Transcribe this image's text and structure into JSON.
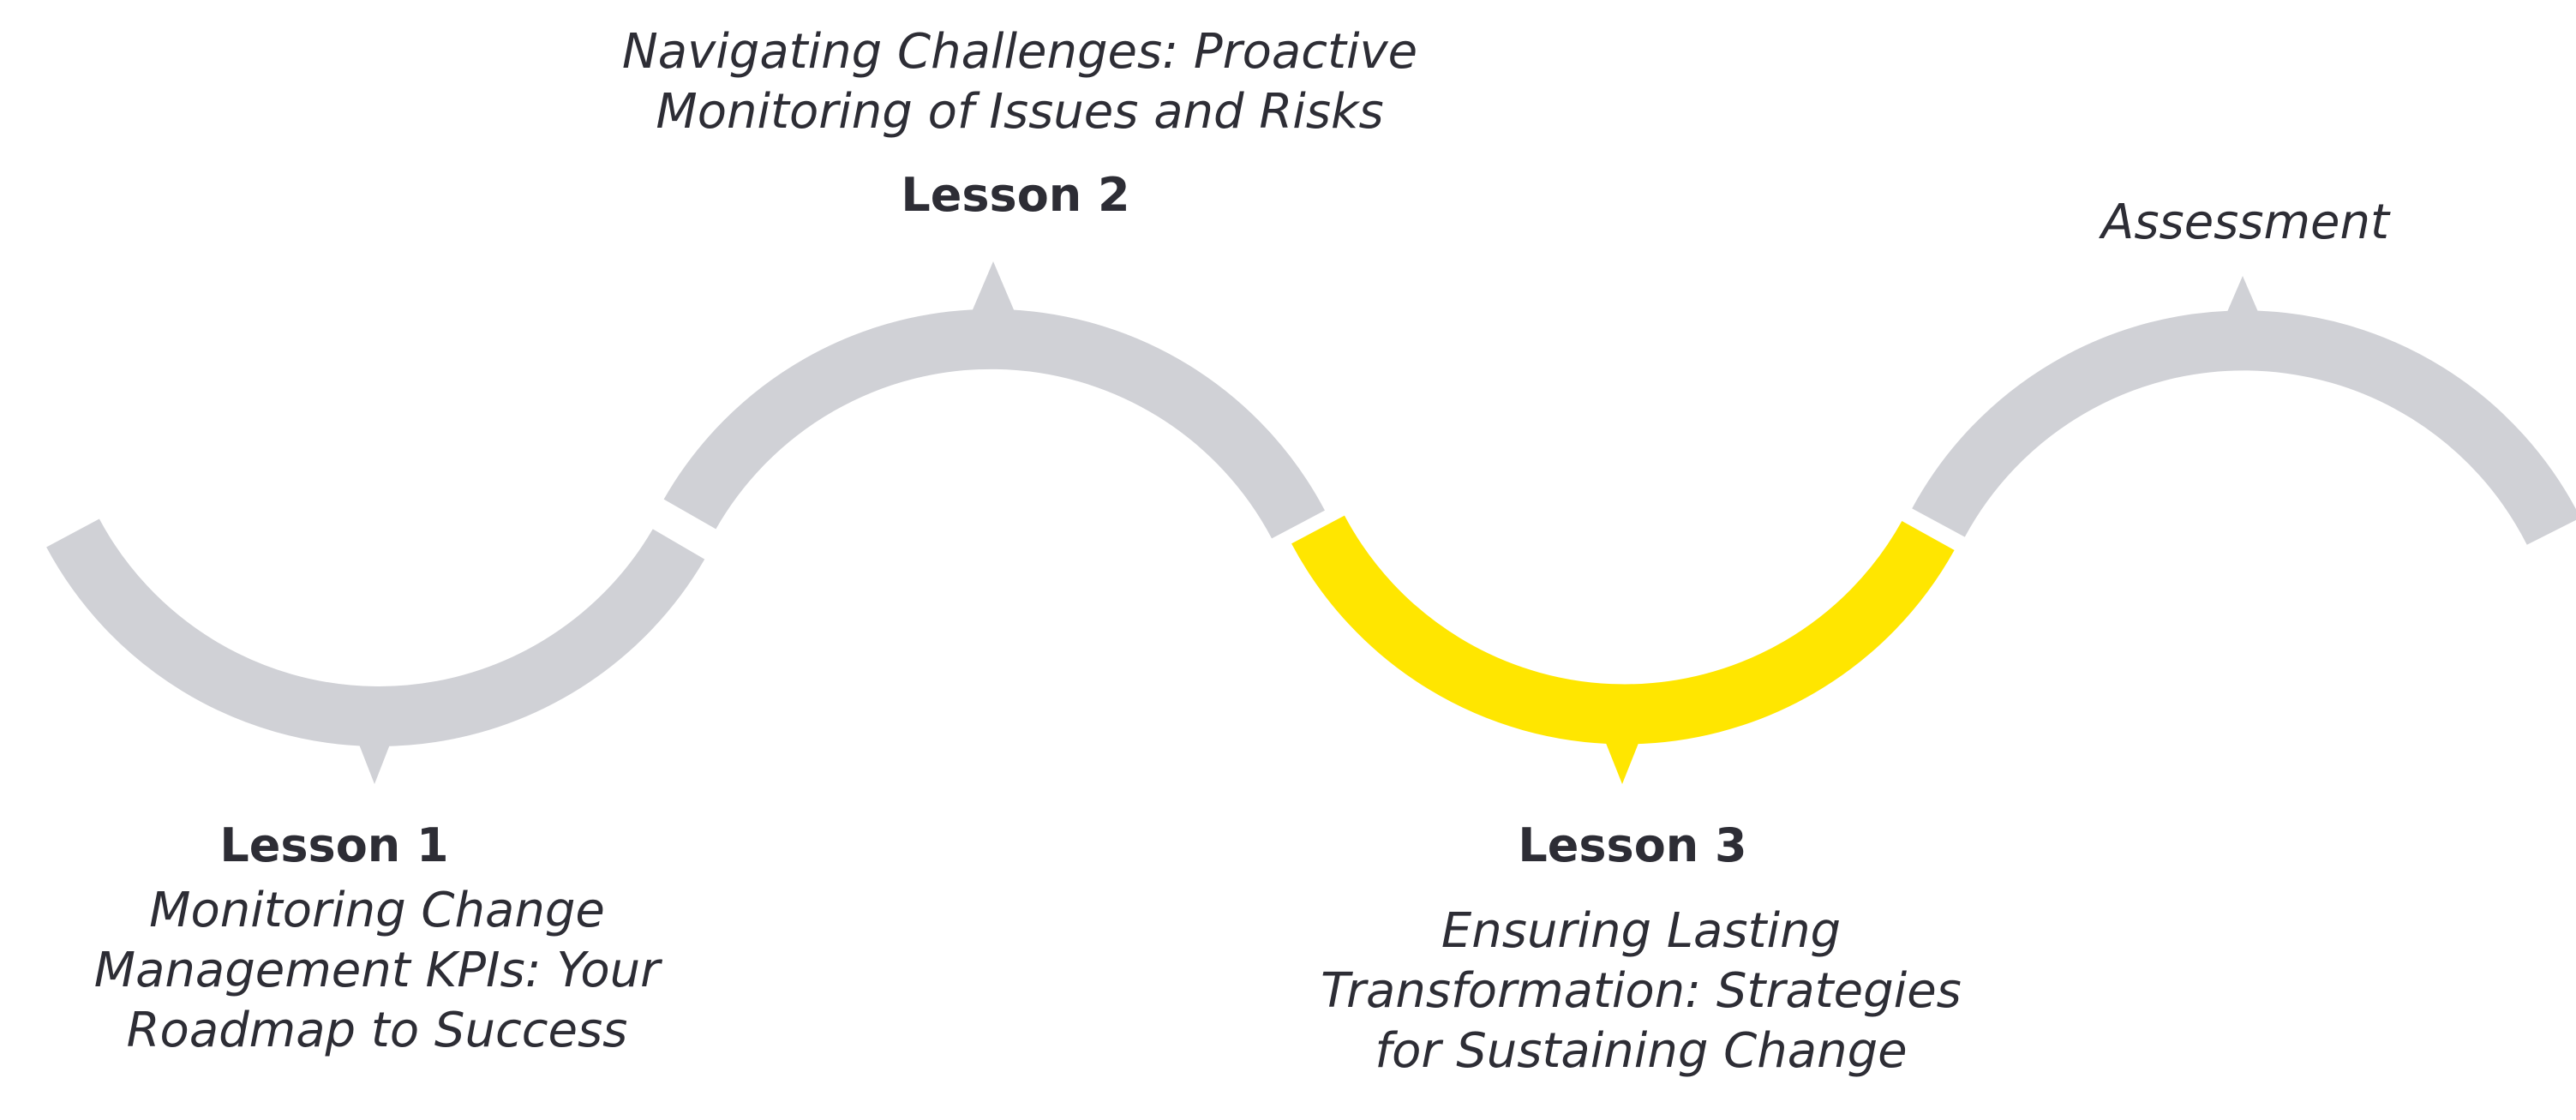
{
  "colors": {
    "inactive": "#d0d1d6",
    "active": "#ffe600",
    "text": "#2d2d35"
  },
  "segments": [
    {
      "name": "lesson-1",
      "state": "inactive",
      "pointer": "down"
    },
    {
      "name": "lesson-2",
      "state": "inactive",
      "pointer": "up"
    },
    {
      "name": "lesson-3",
      "state": "active",
      "pointer": "down"
    },
    {
      "name": "assessment",
      "state": "inactive",
      "pointer": "up"
    }
  ],
  "lesson1": {
    "title": "Lesson 1",
    "desc_lines": [
      "Monitoring Change",
      "Management KPIs: Your",
      "Roadmap to Success"
    ]
  },
  "lesson2": {
    "title": "Lesson 2",
    "desc_lines": [
      "Navigating Challenges: Proactive",
      "Monitoring of Issues and Risks"
    ]
  },
  "lesson3": {
    "title": "Lesson 3",
    "desc_lines": [
      "Ensuring Lasting",
      "Transformation: Strategies",
      "for Sustaining Change"
    ]
  },
  "assessment": {
    "title": "Assessment"
  }
}
